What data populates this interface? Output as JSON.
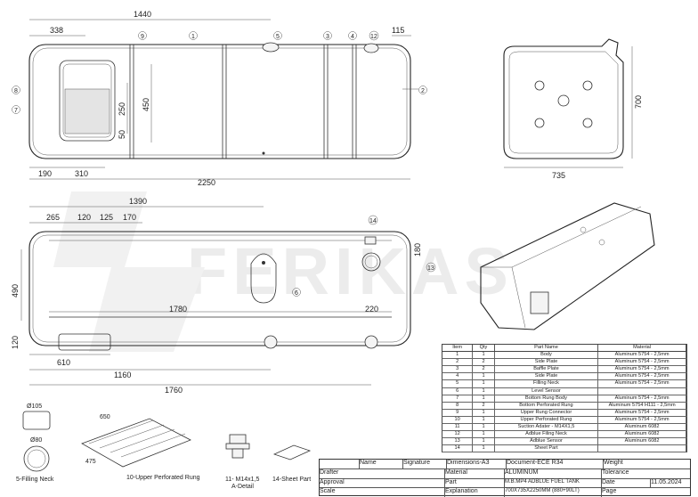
{
  "watermark": "FERIKAS",
  "drawing": {
    "top_view_dims": [
      "1440",
      "338",
      "115",
      "250",
      "450",
      "50",
      "190",
      "310",
      "2250"
    ],
    "end_view_dims": [
      "700",
      "735"
    ],
    "front_view_dims": [
      "1390",
      "265",
      "120",
      "125",
      "170",
      "180",
      "490",
      "1780",
      "220",
      "120",
      "610",
      "1160",
      "1760"
    ],
    "balloons": [
      "1",
      "2",
      "3",
      "4",
      "5",
      "6",
      "7",
      "8",
      "9",
      "12",
      "13",
      "14"
    ]
  },
  "details": {
    "filling_neck": {
      "label": "5-Filling Neck",
      "dim1": "Ø105",
      "dim2": "Ø80"
    },
    "rung": {
      "label": "10-Upper Perforated Rung",
      "dim1": "650",
      "dim2": "475"
    },
    "adetail": {
      "label1": "11- M14x1,5",
      "label2": "A-Detail"
    },
    "sheet": {
      "label": "14-Sheet Part"
    }
  },
  "bom": {
    "headers": [
      "Item",
      "Qty",
      "Part Name",
      "Material"
    ],
    "rows": [
      [
        "1",
        "1",
        "Body",
        "Aluminum 5754 - 2,5mm"
      ],
      [
        "2",
        "2",
        "Side Plate",
        "Aluminum 5754 - 2,5mm"
      ],
      [
        "3",
        "2",
        "Baffle Plate",
        "Aluminum 5754 - 2,5mm"
      ],
      [
        "4",
        "1",
        "Side Plate",
        "Aluminum 5754 - 2,5mm"
      ],
      [
        "5",
        "1",
        "Filling Neck",
        "Aluminum 5754 - 2,5mm"
      ],
      [
        "6",
        "1",
        "Level Sensor",
        ""
      ],
      [
        "7",
        "1",
        "Bottom Rung Body",
        "Aluminum 5754 - 2,5mm"
      ],
      [
        "8",
        "2",
        "Bottom Perforated Rung",
        "Aluminum 5754 H111 - 2,5mm"
      ],
      [
        "9",
        "1",
        "Upper Rung Connector",
        "Aluminum 5754 - 2,5mm"
      ],
      [
        "10",
        "1",
        "Upper Perforated Rung",
        "Aluminum 5754 - 2,5mm"
      ],
      [
        "11",
        "1",
        "Suction Adater - M14X1,5",
        "Aluminum 6082"
      ],
      [
        "12",
        "1",
        "Adblue Filing Neck",
        "Aluminum 6082"
      ],
      [
        "13",
        "1",
        "Adblue Sensor",
        "Aluminum 6082"
      ],
      [
        "14",
        "1",
        "Sheet Part",
        ""
      ]
    ]
  },
  "title_block": {
    "col_name": "Name",
    "col_signature": "Signature",
    "dimensions": "Dimensions-A3",
    "document": "Document-ECE R34",
    "weight": "Weight",
    "drafter": "Drafter",
    "material_label": "Material",
    "material_value": "ALUMINUM",
    "tolerance": "Tolerance",
    "approval": "Approval",
    "part_label": "Part",
    "part_value": "M.B.MP4 ADBLUE FUEL TANK",
    "date_label": "Date",
    "date_value": "11.05.2024",
    "scale": "Scale",
    "explanation": "Explanation",
    "explanation_value": "700X735X2250MM  (880+90LT)",
    "page": "Page"
  }
}
